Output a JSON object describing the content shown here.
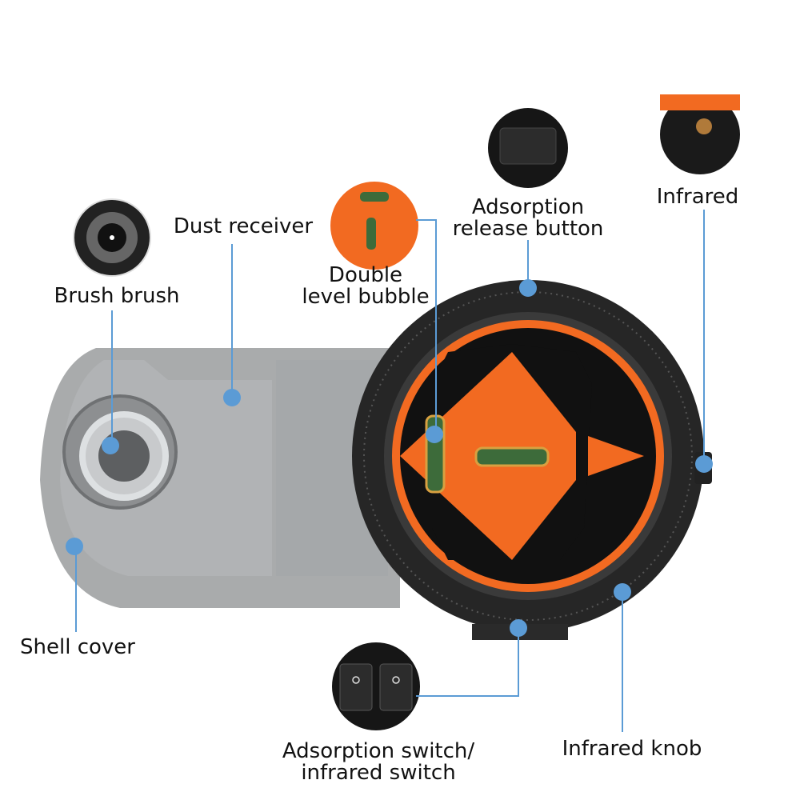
{
  "labels": {
    "brush": "Brush brush",
    "dust": "Dust receiver",
    "bubble_1": "Double",
    "bubble_2": "level bubble",
    "release_1": "Adsorption",
    "release_2": "release button",
    "infrared": "Infrared",
    "shell": "Shell cover",
    "switch_1": "Adsorption switch/",
    "switch_2": "infrared switch",
    "knob": "Infrared knob"
  },
  "colors": {
    "accent": "#5b9bd5",
    "orange": "#f26a21",
    "body": "#8a8c8e",
    "dark": "#1a1a1a"
  }
}
